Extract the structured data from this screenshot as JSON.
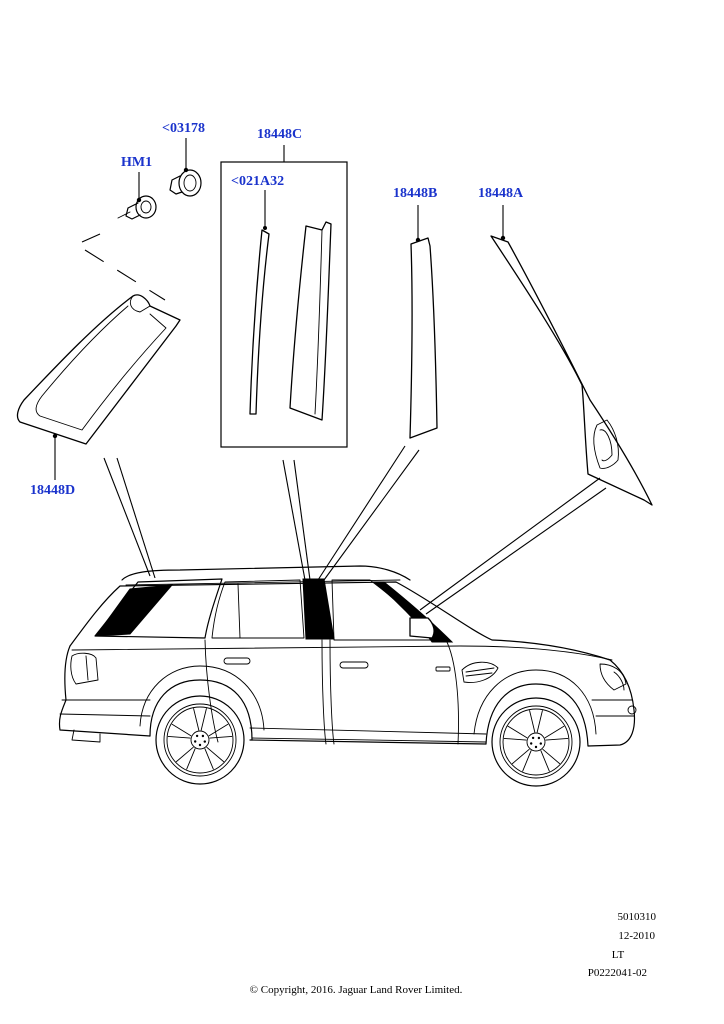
{
  "callouts": {
    "c03178": "<03178",
    "hm1": "HM1",
    "c18448C": "18448C",
    "c021A32": "<021A32",
    "c18448B": "18448B",
    "c18448A": "18448A",
    "c18448D": "18448D"
  },
  "reference": {
    "number": "5010310",
    "date": "12-2010",
    "code": "LT",
    "illustration": "P0222041-02"
  },
  "copyright": "© Copyright, 2016. Jaguar Land Rover Limited.",
  "colors": {
    "callout": "#1a33cc",
    "line": "#000000"
  }
}
